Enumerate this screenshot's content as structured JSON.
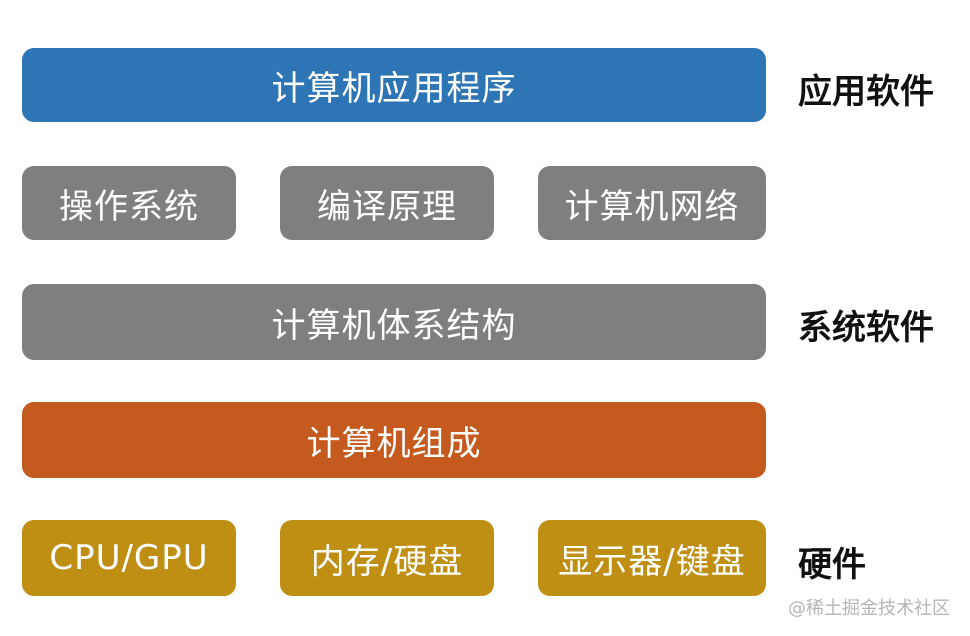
{
  "layers": {
    "applications": "计算机应用程序",
    "os": "操作系统",
    "compiler": "编译原理",
    "network": "计算机网络",
    "architecture": "计算机体系结构",
    "organization": "计算机组成",
    "cpu_gpu": "CPU/GPU",
    "memory_disk": "内存/硬盘",
    "display_keyboard": "显示器/键盘"
  },
  "categories": {
    "application_software": "应用软件",
    "system_software": "系统软件",
    "hardware": "硬件"
  },
  "watermark": "@稀土掘金技术社区",
  "colors": {
    "blue": "#2e75b6",
    "gray": "#7f7f7f",
    "orange": "#c55a1f",
    "gold": "#bf8f14"
  }
}
